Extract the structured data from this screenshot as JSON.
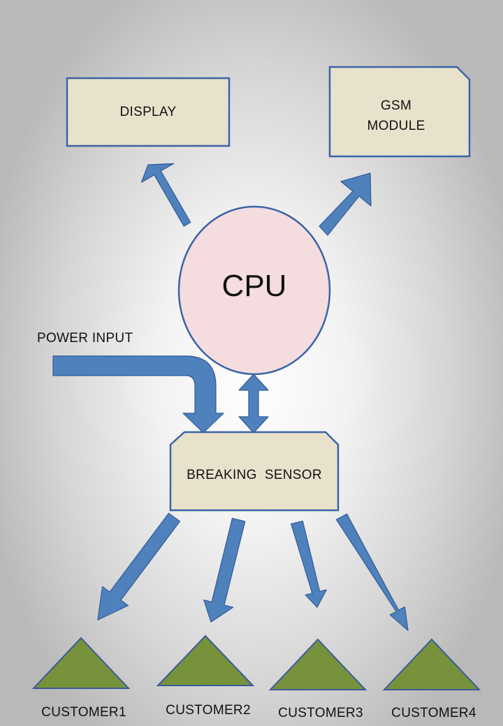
{
  "nodes": {
    "display": "DISPLAY",
    "gsm_line1": "GSM",
    "gsm_line2": "MODULE",
    "cpu": "CPU",
    "power_input": "POWER INPUT",
    "sensor": "BREAKING  SENSOR",
    "customers": [
      "CUSTOMER1",
      "CUSTOMER2",
      "CUSTOMER3",
      "CUSTOMER4"
    ]
  },
  "colors": {
    "box_fill": "#e8e2cc",
    "box_stroke": "#3a64a6",
    "cpu_fill": "#f4dcdf",
    "arrow_fill": "#4f81bd",
    "arrow_stroke": "#2f5b96",
    "triangle_fill": "#76933c",
    "triangle_stroke": "#3e5a9a"
  },
  "edges": [
    {
      "from": "cpu",
      "to": "display"
    },
    {
      "from": "cpu",
      "to": "gsm-module"
    },
    {
      "from": "power-input",
      "to": "breaking-sensor"
    },
    {
      "from": "cpu",
      "to": "breaking-sensor",
      "bidirectional": true
    },
    {
      "from": "breaking-sensor",
      "to": "customer1"
    },
    {
      "from": "breaking-sensor",
      "to": "customer2"
    },
    {
      "from": "breaking-sensor",
      "to": "customer3"
    },
    {
      "from": "breaking-sensor",
      "to": "customer4"
    }
  ]
}
